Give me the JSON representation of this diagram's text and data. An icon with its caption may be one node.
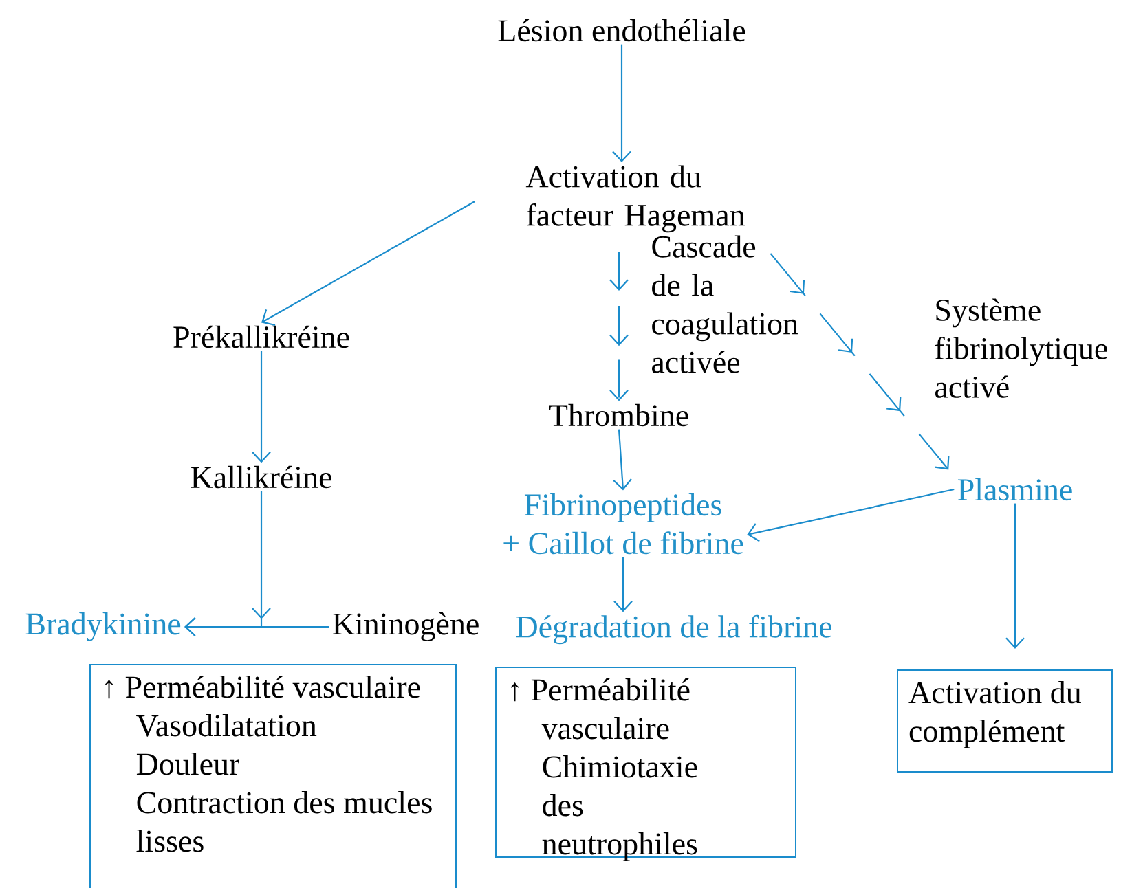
{
  "diagram": {
    "nodes": [
      {
        "text": [
          "Lésion endothéliale"
        ]
      },
      {
        "text": [
          "Activation du facteur Hageman"
        ]
      },
      {
        "text": [
          "Prékallikréine"
        ]
      },
      {
        "text": [
          "Kallikréine"
        ]
      },
      {
        "text": [
          "Kininogène"
        ]
      },
      {
        "text": [
          "Bradykinine"
        ]
      },
      {
        "text": [
          "Thrombine"
        ]
      },
      {
        "text": [
          "Fibrinopeptides",
          "+ Caillot de fibrine"
        ]
      },
      {
        "text": [
          "Dégradation de la fibrine"
        ]
      },
      {
        "text": [
          "Plasmine"
        ]
      },
      {
        "text": [
          "↑ Perméabilité vasculaire",
          "Vasodilatation",
          "Douleur",
          "Contraction des mucles lisses"
        ]
      },
      {
        "text": [
          "↑ Perméabilité vasculaire",
          "Chimiotaxie des neutrophiles"
        ]
      },
      {
        "text": [
          "Activation du complément"
        ]
      }
    ],
    "edges": [
      {
        "from": 0,
        "to": 1,
        "arrow": "to"
      },
      {
        "from": 1,
        "to": 2,
        "arrow": "to"
      },
      {
        "from": 1,
        "to": 6,
        "arrow": "to",
        "style": "dashed",
        "label": "Cascade de la coagulation activée"
      },
      {
        "from": 1,
        "to": 9,
        "arrow": "to",
        "style": "dashed",
        "label": "Système fibrinolytique activé"
      },
      {
        "from": 2,
        "to": 3,
        "arrow": "to"
      },
      {
        "from": 3,
        "to": 5,
        "arrow": "to"
      },
      {
        "from": 4,
        "to": 5,
        "arrow": "to"
      },
      {
        "from": 6,
        "to": 7,
        "arrow": "to"
      },
      {
        "from": 9,
        "to": 7,
        "arrow": "to"
      },
      {
        "from": 7,
        "to": 8,
        "arrow": "to"
      },
      {
        "from": 9,
        "to": 12,
        "arrow": "to"
      }
    ]
  }
}
